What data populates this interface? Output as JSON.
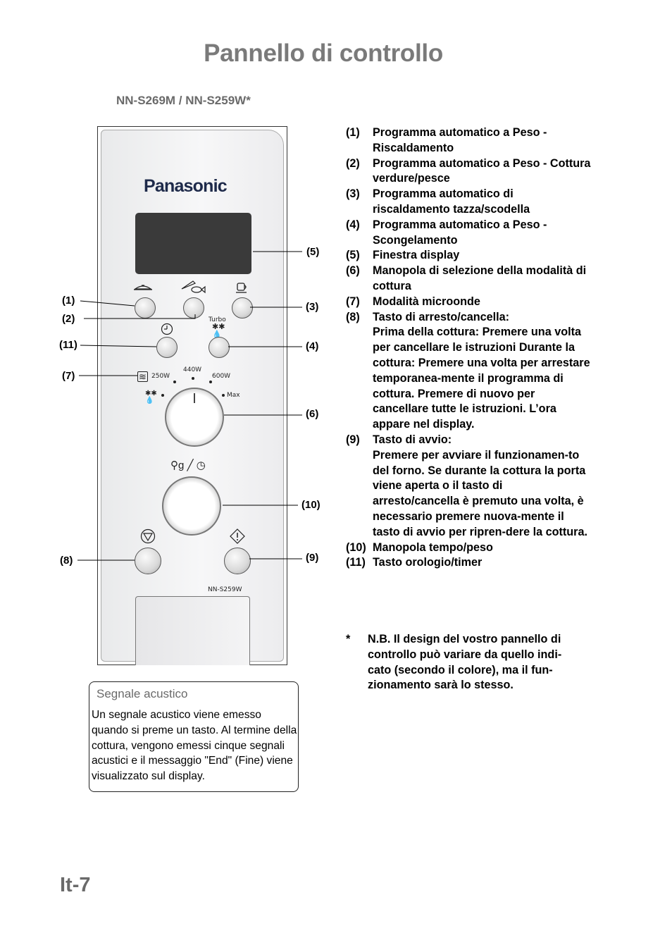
{
  "page": {
    "title": "Pannello di controllo",
    "model": "NN-S269M  / NN-S259W*",
    "page_number": "It-7"
  },
  "panel": {
    "brand": "Panasonic",
    "turbo_label": "Turbo",
    "power_levels": [
      "250W",
      "440W",
      "600W",
      "Max"
    ],
    "model_label": "NN-S259W",
    "callouts": [
      "(1)",
      "(2)",
      "(3)",
      "(4)",
      "(5)",
      "(6)",
      "(7)",
      "(8)",
      "(9)",
      "(10)",
      "(11)"
    ],
    "icons": [
      "plate-icon",
      "fish-vegetable-icon",
      "cup-icon",
      "clock-icon",
      "defrost-icon",
      "microwave-icon",
      "weight-clock-icon",
      "stop-icon",
      "start-icon"
    ]
  },
  "items": [
    {
      "num": "(1)",
      "text": "Programma automatico a Peso - Riscaldamento"
    },
    {
      "num": "(2)",
      "text": "Programma automatico a Peso - Cottura verdure/pesce"
    },
    {
      "num": "(3)",
      "text": "Programma automatico di riscaldamento tazza/scodella"
    },
    {
      "num": "(4)",
      "text": "Programma automatico a Peso - Scongelamento"
    },
    {
      "num": "(5)",
      "text": "Finestra display"
    },
    {
      "num": "(6)",
      "text": "Manopola di selezione della modalità di cottura"
    },
    {
      "num": "(7)",
      "text": "Modalità microonde"
    },
    {
      "num": "(8)",
      "text": "Tasto di arresto/cancella:",
      "detail": "Prima della cottura: Premere una volta per cancellare le istruzioni Durante la cottura: Premere una volta per arrestare temporanea-mente il programma di cottura. Premere di nuovo per cancellare tutte le istruzioni. L’ora appare nel display."
    },
    {
      "num": "(9)",
      "text": "Tasto di avvio:",
      "detail": "Premere per avviare il funzionamen-to del forno. Se durante la cottura la porta viene aperta o il tasto di arresto/cancella è premuto una volta, è necessario premere nuova-mente il tasto di avvio per ripren-dere la cottura."
    },
    {
      "num": "(10)",
      "text": "Manopola tempo/peso"
    },
    {
      "num": "(11)",
      "text": "Tasto orologio/timer"
    }
  ],
  "note": {
    "marker": "*",
    "text": "N.B. Il design del vostro pannello di controllo può variare da quello indi-cato (secondo il colore), ma il fun-zionamento sarà lo stesso."
  },
  "beep_box": {
    "title": "Segnale acustico",
    "text": "Un segnale acustico viene emesso quando si preme un tasto. Al termine della cottura, vengono emessi cinque segnali acustici e il messaggio \"End\" (Fine) viene visualizzato sul display."
  }
}
